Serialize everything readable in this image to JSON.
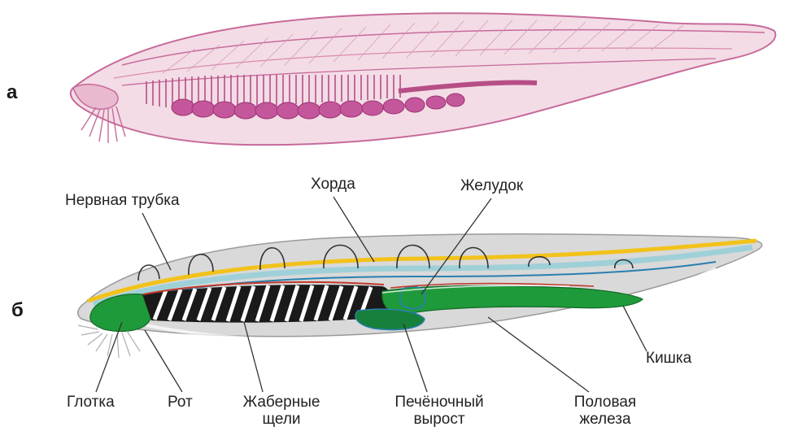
{
  "panels": {
    "a": {
      "letter": "а"
    },
    "b": {
      "letter": "б"
    }
  },
  "labels": {
    "neural_tube": "Нервная трубка",
    "notochord": "Хорда",
    "stomach": "Желудок",
    "intestine": "Кишка",
    "pharynx": "Глотка",
    "mouth": "Рот",
    "gill_slits_1": "Жаберные",
    "gill_slits_2": "щели",
    "hepatic_1": "Печёночный",
    "hepatic_2": "вырост",
    "gonad_1": "Половая",
    "gonad_2": "железа"
  },
  "colors": {
    "illustration_outline": "#c76a9a",
    "illustration_fill": "#f3dce6",
    "body_fill": "#d9d9d9",
    "neural_tube": "#f2c21a",
    "notochord": "#9fd0d8",
    "gut": "#1f9a3a",
    "vessel_red": "#c0392b",
    "vessel_blue": "#2a7fb0"
  }
}
